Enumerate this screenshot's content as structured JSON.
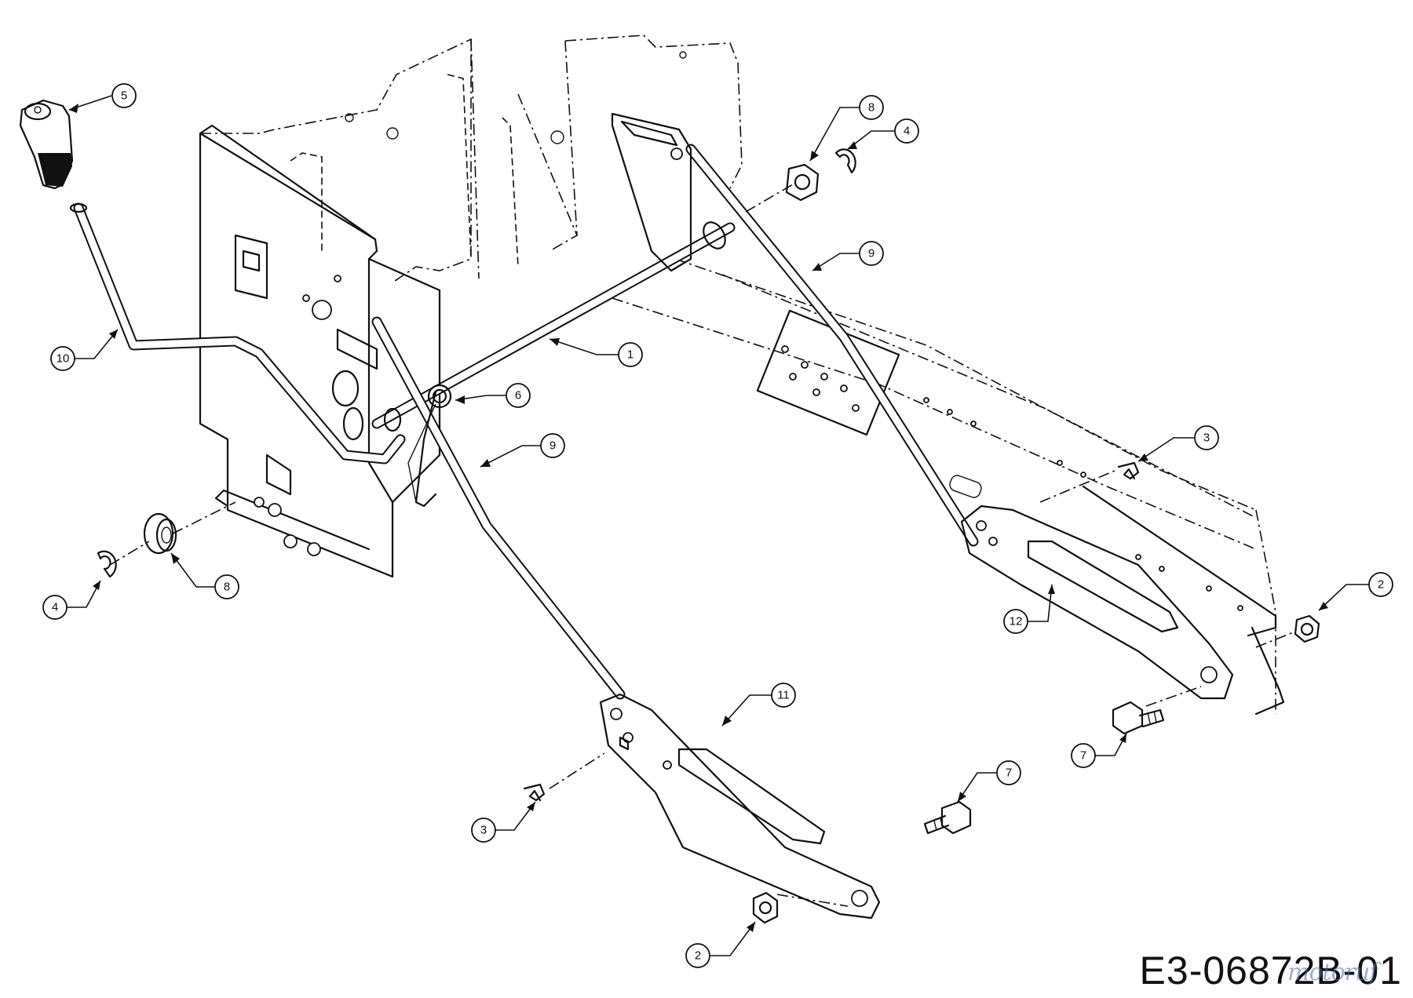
{
  "diagram": {
    "drawing_number": "E3-06872B-01",
    "watermark": "motoruf",
    "callouts": [
      {
        "id": "c5",
        "label": "5"
      },
      {
        "id": "c8a",
        "label": "8"
      },
      {
        "id": "c4a",
        "label": "4"
      },
      {
        "id": "c9a",
        "label": "9"
      },
      {
        "id": "c1",
        "label": "1"
      },
      {
        "id": "c10",
        "label": "10"
      },
      {
        "id": "c6",
        "label": "6"
      },
      {
        "id": "c9b",
        "label": "9"
      },
      {
        "id": "c3a",
        "label": "3"
      },
      {
        "id": "c8b",
        "label": "8"
      },
      {
        "id": "c4b",
        "label": "4"
      },
      {
        "id": "c2a",
        "label": "2"
      },
      {
        "id": "c12",
        "label": "12"
      },
      {
        "id": "c11",
        "label": "11"
      },
      {
        "id": "c7a",
        "label": "7"
      },
      {
        "id": "c7b",
        "label": "7"
      },
      {
        "id": "c3b",
        "label": "3"
      },
      {
        "id": "c2b",
        "label": "2"
      }
    ]
  }
}
